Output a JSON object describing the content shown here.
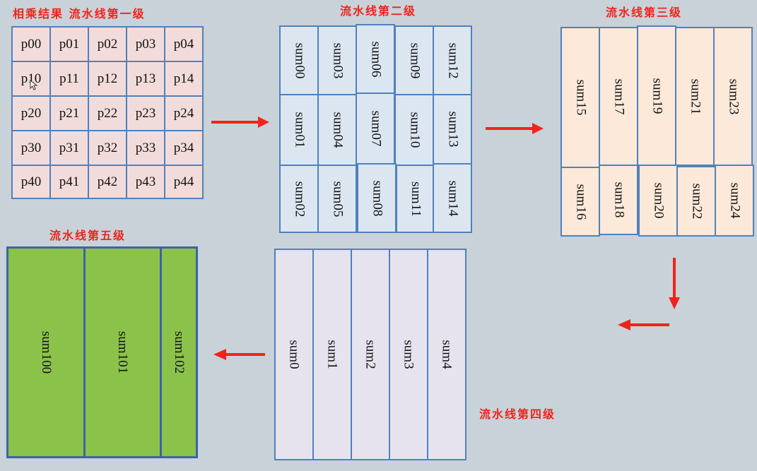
{
  "stage1": {
    "title": "相乘结果   流水线第一级",
    "cells": [
      "p00",
      "p01",
      "p02",
      "p03",
      "p04",
      "p10",
      "p11",
      "p12",
      "p13",
      "p14",
      "p20",
      "p21",
      "p22",
      "p23",
      "p24",
      "p30",
      "p31",
      "p32",
      "p33",
      "p34",
      "p40",
      "p41",
      "p42",
      "p43",
      "p44"
    ]
  },
  "stage2": {
    "title": "流水线第二级",
    "cells": [
      "sum00",
      "sum03",
      "sum06",
      "sum09",
      "sum12",
      "sum01",
      "sum04",
      "sum07",
      "sum10",
      "sum13",
      "sum02",
      "sum05",
      "sum08",
      "sum11",
      "sum14"
    ]
  },
  "stage3": {
    "title": "流水线第三级",
    "cells": [
      "sum15",
      "sum17",
      "sum19",
      "sum21",
      "sum23",
      "sum16",
      "sum18",
      "sum20",
      "sum22",
      "sum24"
    ]
  },
  "stage4": {
    "title": "流水线第四级",
    "cells": [
      "sum0",
      "sum1",
      "sum2",
      "sum3",
      "sum4"
    ]
  },
  "stage5": {
    "title": "流水线第五级",
    "cells": [
      "sum100",
      "sum101",
      "sum102"
    ]
  },
  "colors": {
    "arrow": "#f0241c",
    "border": "#4f81bd",
    "stage1_fill": "#f2dcdb",
    "stage2_fill": "#dce6f1",
    "stage3_fill": "#fde9d9",
    "stage4_fill": "#e6e3ee",
    "stage5_fill": "#8bc34a"
  }
}
